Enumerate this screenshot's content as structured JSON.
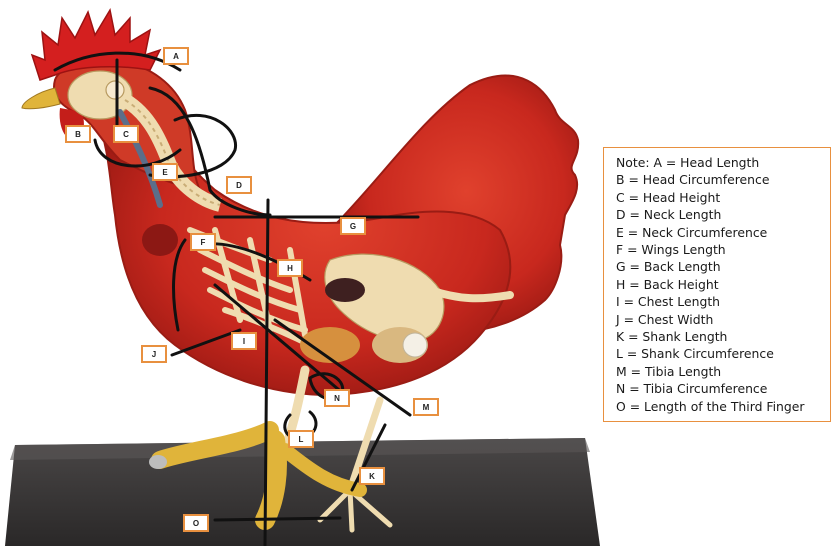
{
  "labels": [
    "A",
    "B",
    "C",
    "D",
    "E",
    "F",
    "G",
    "H",
    "I",
    "J",
    "K",
    "L",
    "M",
    "N",
    "O"
  ],
  "note": {
    "lines": [
      "Note: A = Head Length",
      "B = Head Circumference",
      "C = Head Height",
      "D = Neck Length",
      "E = Neck Circumference",
      "F = Wings Length",
      "G = Back Length",
      "H = Back Height",
      "I = Chest Length",
      "J = Chest Width",
      "K = Shank Length",
      "L = Shank Circumference",
      "M = Tibia Length",
      "N = Tibia Circumference",
      "O = Length of the Third Finger"
    ]
  },
  "colors": {
    "body_red": "#c8281e",
    "comb_red": "#d41f1f",
    "bone": "#efdcb0",
    "stand": "#3b3838",
    "label_border": "#e8903f",
    "feet_yellow": "#e0b43a"
  }
}
